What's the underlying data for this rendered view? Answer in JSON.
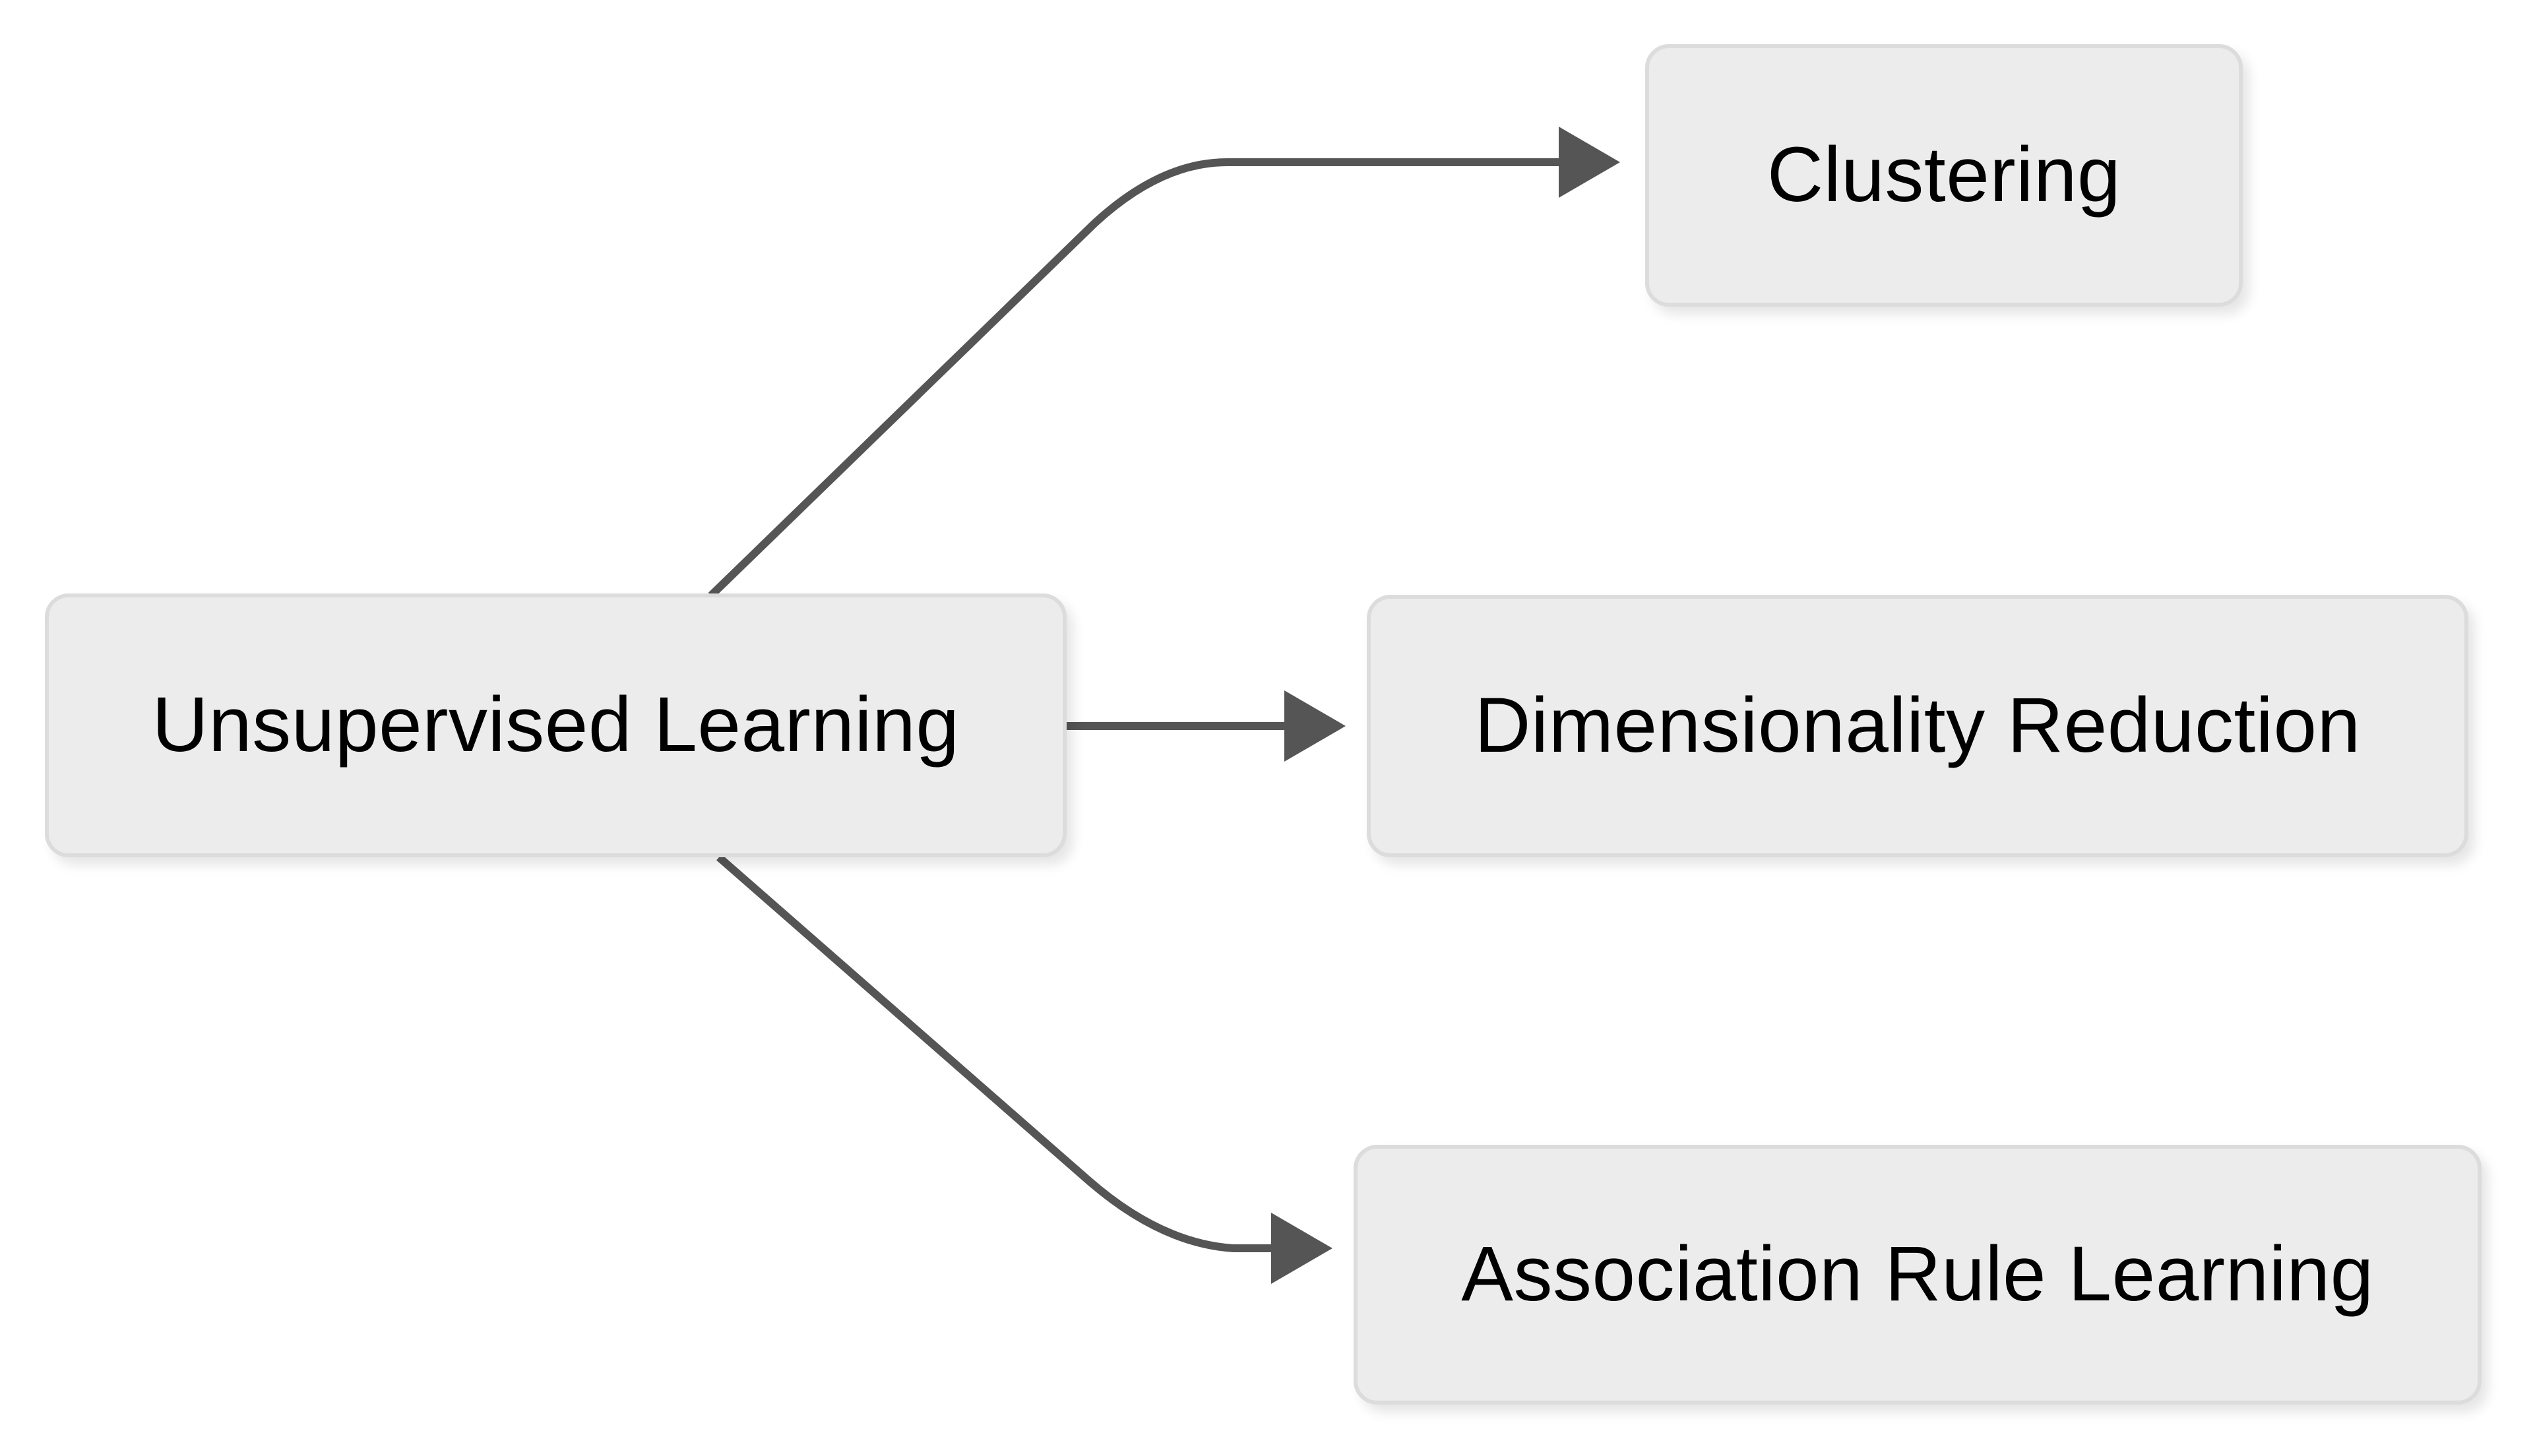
{
  "diagram": {
    "type": "flowchart",
    "direction": "left-to-right",
    "background_color": "#ffffff",
    "node_fill_color": "#ececec",
    "node_border_color": "#dcdcdc",
    "node_text_color": "#000000",
    "edge_color": "#555555",
    "nodes": [
      {
        "id": "root",
        "label": "Unsupervised Learning"
      },
      {
        "id": "clustering",
        "label": "Clustering"
      },
      {
        "id": "dimred",
        "label": "Dimensionality Reduction"
      },
      {
        "id": "assoc",
        "label": "Association Rule Learning"
      }
    ],
    "edges": [
      {
        "from": "root",
        "to": "clustering",
        "label": ""
      },
      {
        "from": "root",
        "to": "dimred",
        "label": ""
      },
      {
        "from": "root",
        "to": "assoc",
        "label": ""
      }
    ]
  }
}
